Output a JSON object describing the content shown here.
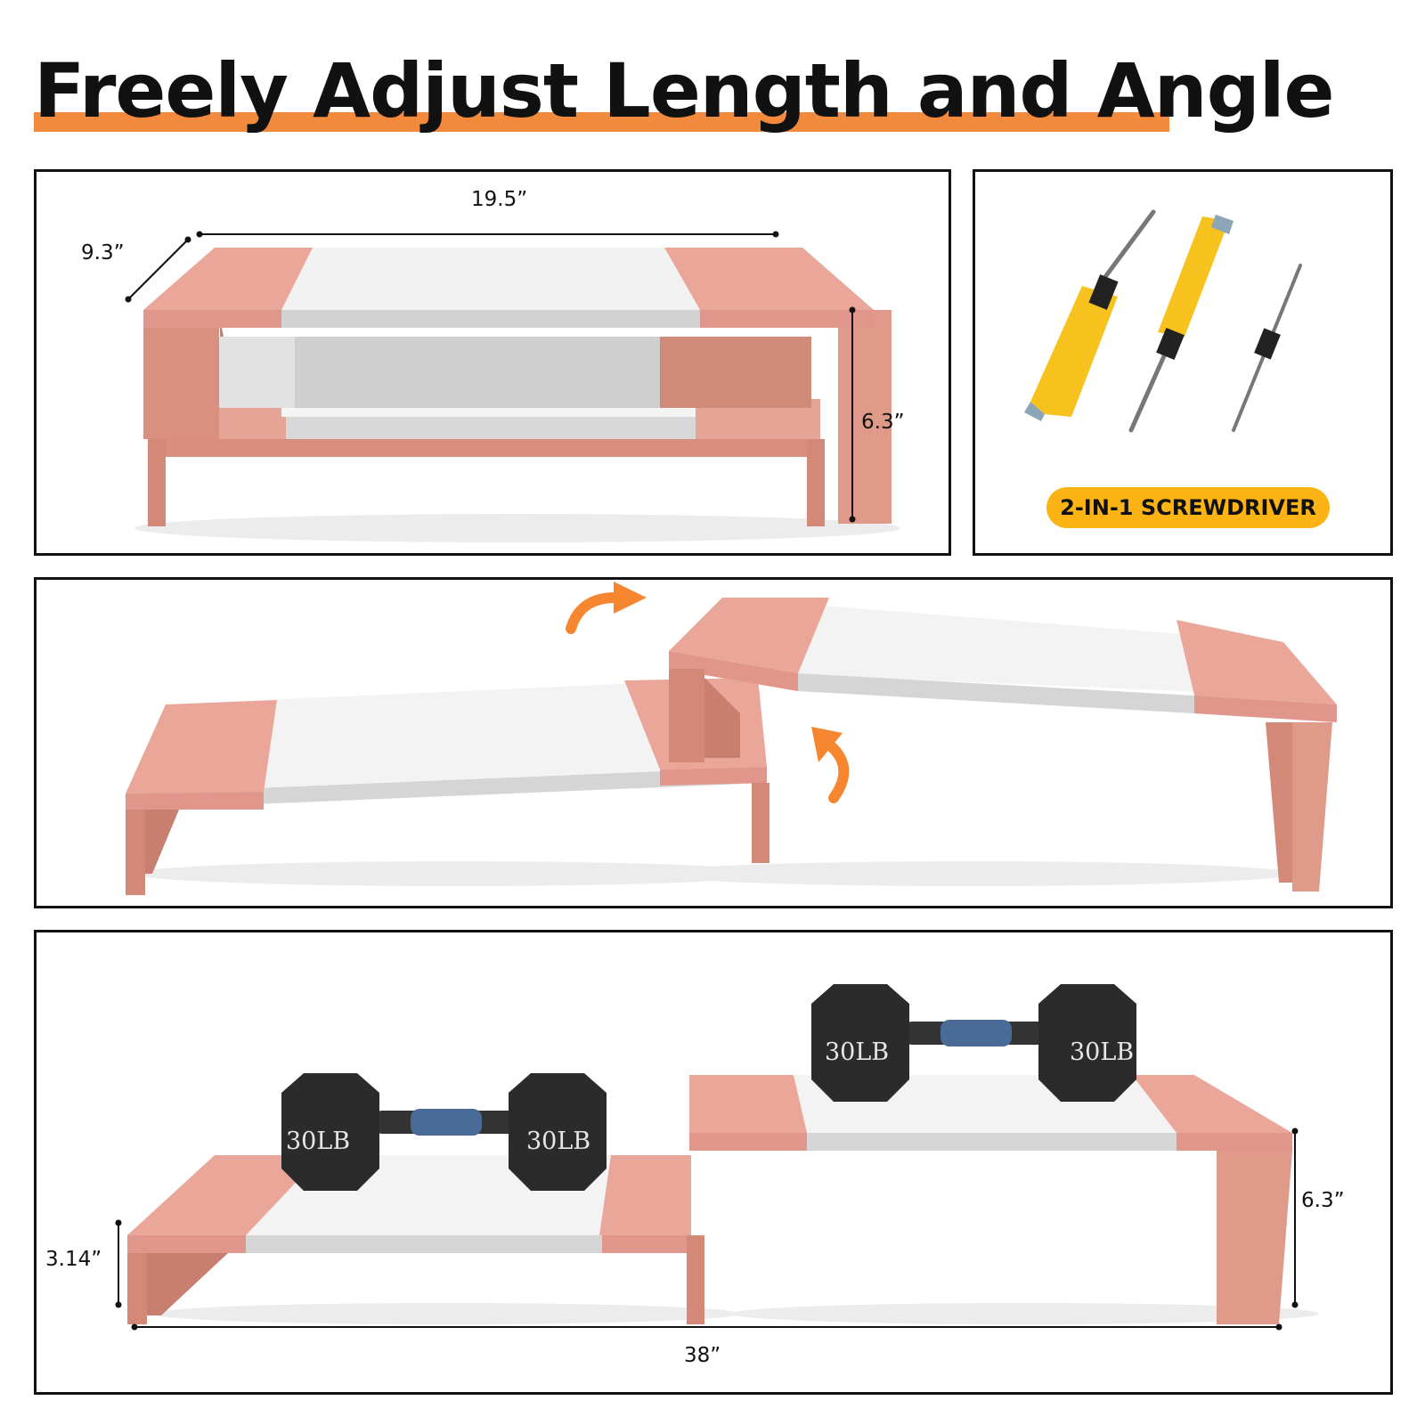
{
  "title": "Freely Adjust Length and Angle",
  "colors": {
    "accent_bar": "#f28a3d",
    "wood_pink": "#e8a090",
    "white_panel": "#f3f3f3",
    "badge": "#fbb414",
    "arrow": "#f6862f",
    "dumbbell": "#2b2b2b",
    "grip": "#4a6a98"
  },
  "panel_top_left": {
    "width_label": "19.5”",
    "depth_label": "9.3”",
    "height_label": "6.3”"
  },
  "panel_top_right": {
    "badge_label": "2-IN-1 SCREWDRIVER",
    "icons": [
      "screwdriver-icon",
      "screwdriver-icon",
      "screwdriver-icon"
    ]
  },
  "panel_middle": {
    "icons": [
      "rotate-arrow-icon",
      "rotate-arrow-icon"
    ]
  },
  "panel_bottom": {
    "dumbbell_label": "30LB",
    "low_height_label": "3.14”",
    "high_height_label": "6.3”",
    "length_label": "38”"
  }
}
